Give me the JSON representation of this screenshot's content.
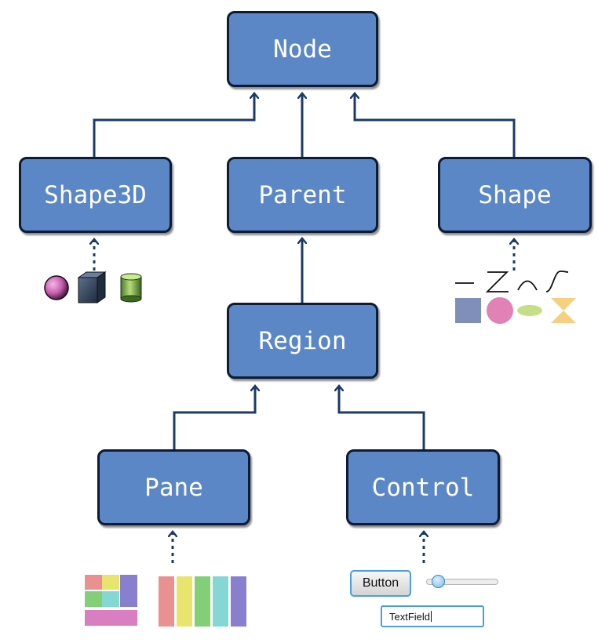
{
  "nodes": {
    "node": "Node",
    "shape3d": "Shape3D",
    "parent": "Parent",
    "shape": "Shape",
    "region": "Region",
    "pane": "Pane",
    "control": "Control"
  },
  "control_examples": {
    "button_label": "Button",
    "textfield_value": "TextField"
  },
  "colors": {
    "node_fill": "#5b87c7",
    "node_border": "#0d1b33",
    "connector": "#1b3a66"
  }
}
